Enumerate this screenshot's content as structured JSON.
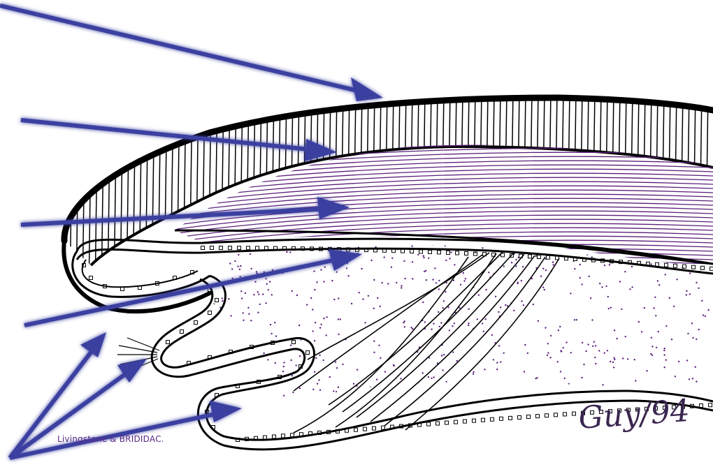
{
  "figure": {
    "credit": "Livingstone & BRIDIDAC.",
    "signature": "Guy/94",
    "colors": {
      "arrow": "#3b3fa0",
      "arrow_glow": "#f3f0a8",
      "ink": "#000000",
      "stain": "#5b1f7a",
      "background": "#ffffff"
    },
    "structures": [
      "outer dark layer",
      "vertical striated layer",
      "horizontal striated band",
      "cell-lined surface",
      "folded cellular lining",
      "fiber bundle",
      "dotted interior",
      "lower cell-lined surface"
    ]
  }
}
